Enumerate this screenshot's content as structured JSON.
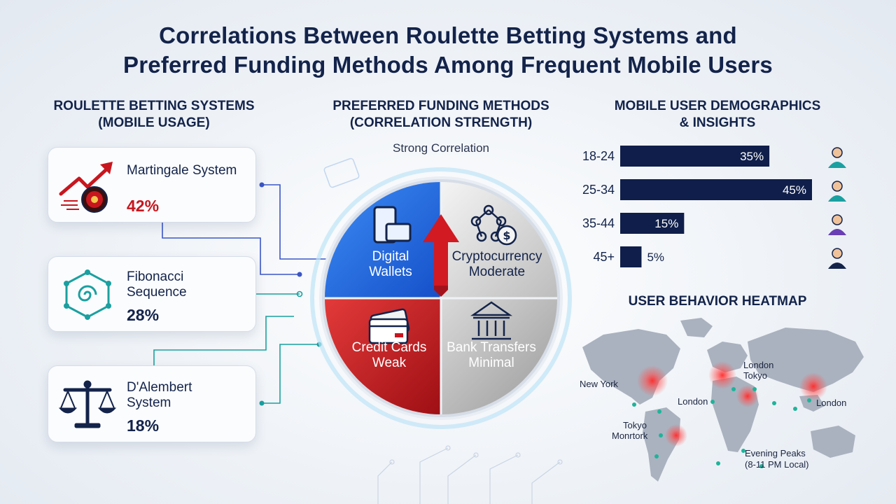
{
  "title_line1": "Correlations Between Roulette Betting Systems and",
  "title_line2": "Preferred Funding Methods Among Frequent Mobile Users",
  "left": {
    "head_line1": "ROULETTE BETTING SYSTEMS",
    "head_line2": "(MOBILE USAGE)",
    "cards": [
      {
        "name_line1": "Martingale System",
        "name_line2": "",
        "pct": "42%",
        "color": "#c8161e"
      },
      {
        "name_line1": "Fibonacci",
        "name_line2": "Sequence",
        "pct": "28%",
        "color": "#13234a"
      },
      {
        "name_line1": "D'Alembert",
        "name_line2": "System",
        "pct": "18%",
        "color": "#13234a"
      }
    ]
  },
  "middle": {
    "head_line1": "PREFERRED FUNDING METHODS",
    "head_line2": "(CORRELATION STRENGTH)",
    "strong_label": "Strong Correlation",
    "quadrants": [
      {
        "line1": "Digital",
        "line2": "Wallets"
      },
      {
        "line1": "Cryptocurrency",
        "line2": "Moderate"
      },
      {
        "line1": "Credit Cards",
        "line2": "Weak"
      },
      {
        "line1": "Bank Transfers",
        "line2": "Minimal"
      }
    ]
  },
  "right": {
    "head_line1": "MOBILE USER DEMOGRAPHICS",
    "head_line2": "& INSIGHTS",
    "heatmap_head": "USER BEHAVIOR HEATMAP",
    "map_labels": {
      "new_york": "New York",
      "london_top_1": "London",
      "london_top_2": "Tokyo",
      "london_mid": "London",
      "london_right": "London",
      "tokyo_1": "Tokyo",
      "tokyo_2": "Monrtork",
      "peaks_1": "Evening Peaks",
      "peaks_2": "(8-11 PM Local)"
    }
  },
  "chart_data": {
    "type": "bar",
    "orientation": "horizontal",
    "categories": [
      "18-24",
      "25-34",
      "35-44",
      "45+"
    ],
    "values": [
      35,
      45,
      15,
      5
    ],
    "value_labels": [
      "35%",
      "45%",
      "15%",
      "5%"
    ],
    "xlim": [
      0,
      45
    ],
    "bar_color": "#0f1e4a"
  },
  "colors": {
    "navy": "#13234a",
    "red": "#c8161e",
    "teal": "#1aa0a0",
    "blue": "#1e6fe6"
  }
}
